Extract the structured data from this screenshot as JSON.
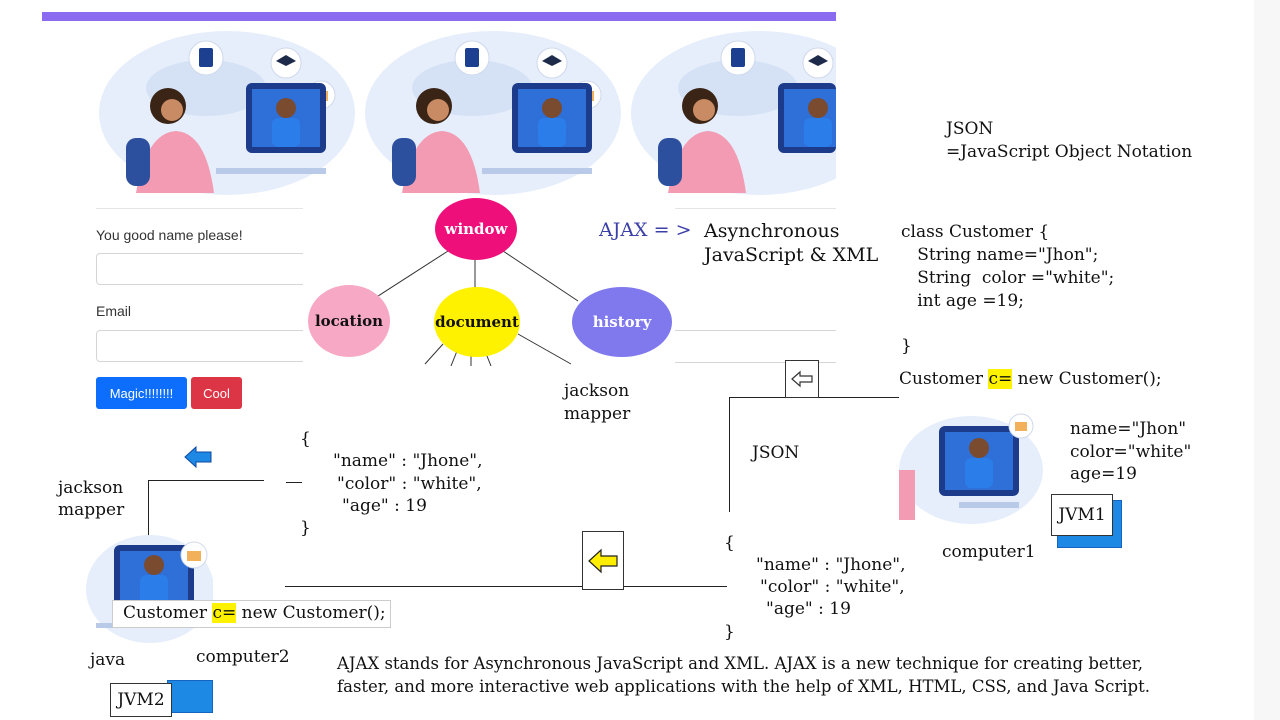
{
  "form": {
    "name_label": "You good name please!",
    "email_label": "Email",
    "magic_button": "Magic!!!!!!!!",
    "cool_button": "Cool"
  },
  "tree": {
    "root": "window",
    "children": [
      "location",
      "document",
      "history"
    ]
  },
  "ajax": {
    "arrow": "AJAX = >",
    "expansion_line1": "Asynchronous",
    "expansion_line2": "JavaScript & XML",
    "description_line1": "AJAX stands for Asynchronous JavaScript and XML. AJAX is a new technique for creating better,",
    "description_line2": "faster, and more interactive web applications with the help of XML, HTML, CSS, and Java Script."
  },
  "json_def": {
    "line1": "JSON",
    "line2": "=JavaScript Object Notation"
  },
  "class_code": {
    "line1": "class Customer {",
    "line2": "   String name=\"Jhon\";",
    "line3": "   String  color =\"white\";",
    "line4": "   int age =19;",
    "line5": "}"
  },
  "instantiation": {
    "prefix": "Customer ",
    "highlight": "c=",
    "suffix": " new Customer();"
  },
  "object_props": {
    "name": "name=\"Jhon\"",
    "color": "color=\"white\"",
    "age": "age=19"
  },
  "labels": {
    "jackson_mapper_1": "jackson",
    "jackson_mapper_2": "mapper",
    "json_label": "JSON",
    "computer1": "computer1",
    "computer2": "computer2",
    "java": "java",
    "jvm1": "JVM1",
    "jvm2": "JVM2"
  },
  "json_block": {
    "open": "{",
    "name": "\"name\" : \"Jhone\",",
    "color": "\"color\" : \"white\",",
    "age": "\"age\" : 19",
    "close": "}"
  },
  "colors": {
    "topbar": "#8b6cf0",
    "window_node": "#ee0f7a",
    "location_node": "#f7a8c4",
    "document_node": "#fff200",
    "history_node": "#8079ee",
    "magic_button": "#0d6efd",
    "cool_button": "#dc3545",
    "ajax_arrow": "#3b3fa8",
    "highlight": "#fff200",
    "arrow_blue": "#1e88e5",
    "arrow_yellow": "#ffee00"
  }
}
